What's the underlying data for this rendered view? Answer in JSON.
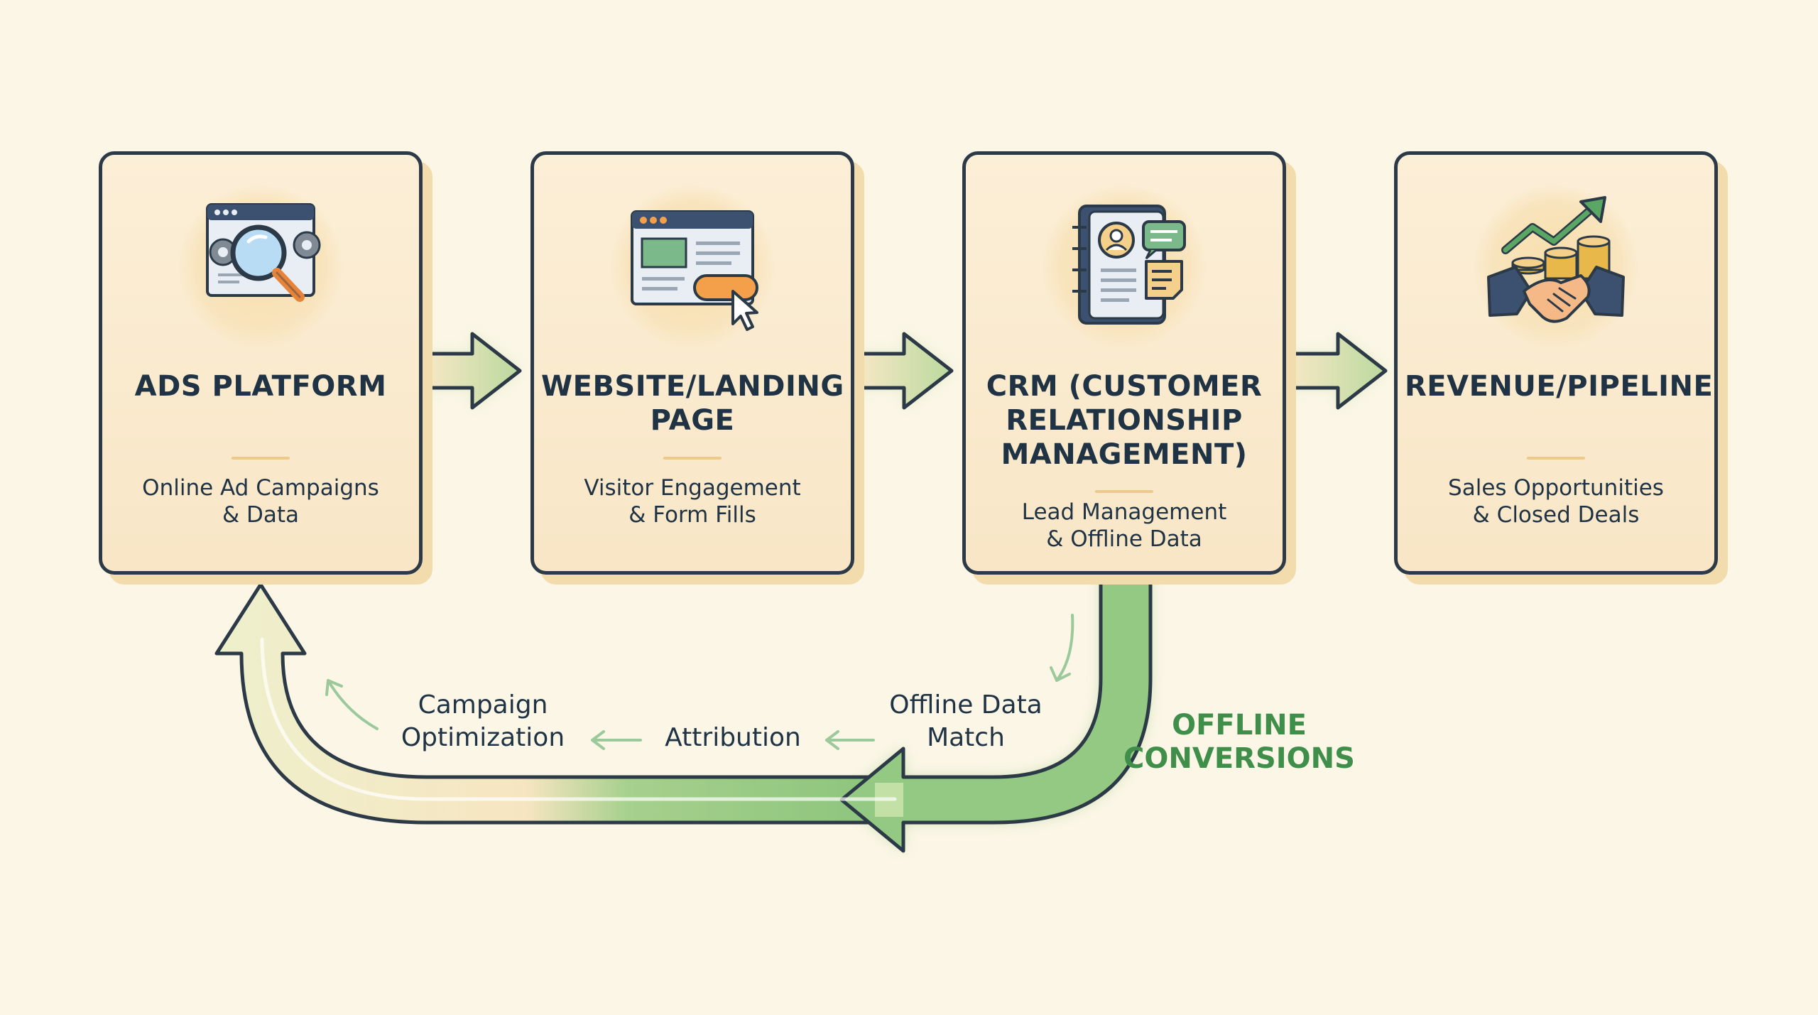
{
  "steps": [
    {
      "title": "ADS PLATFORM",
      "subtitle_line1": "Online Ad Campaigns",
      "subtitle_line2": "& Data",
      "icon": "magnifier-gears-icon"
    },
    {
      "title": "WEBSITE/LANDING PAGE",
      "title_line1": "WEBSITE/LANDING",
      "title_line2": "PAGE",
      "subtitle_line1": "Visitor Engagement",
      "subtitle_line2": "& Form Fills",
      "icon": "browser-click-icon"
    },
    {
      "title_line1": "CRM (CUSTOMER",
      "title_line2": "RELATIONSHIP",
      "title_line3": "MANAGEMENT)",
      "subtitle_line1": "Lead Management",
      "subtitle_line2": "& Offline Data",
      "icon": "contact-book-icon"
    },
    {
      "title": "REVENUE/PIPELINE",
      "subtitle_line1": "Sales Opportunities",
      "subtitle_line2": "& Closed Deals",
      "icon": "handshake-revenue-icon"
    }
  ],
  "feedback": {
    "offline_label_line1": "OFFLINE",
    "offline_label_line2": "CONVERSIONS",
    "match_line1": "Offline Data",
    "match_line2": "Match",
    "attribution": "Attribution",
    "optimization_line1": "Campaign",
    "optimization_line2": "Optimization"
  },
  "colors": {
    "background": "#fbf6e6",
    "card_fill": "#fcefd7",
    "card_border": "#2c3a47",
    "title_text": "#1f3344",
    "accent_green": "#3f8f4a",
    "accent_orange": "#f4a04a"
  }
}
